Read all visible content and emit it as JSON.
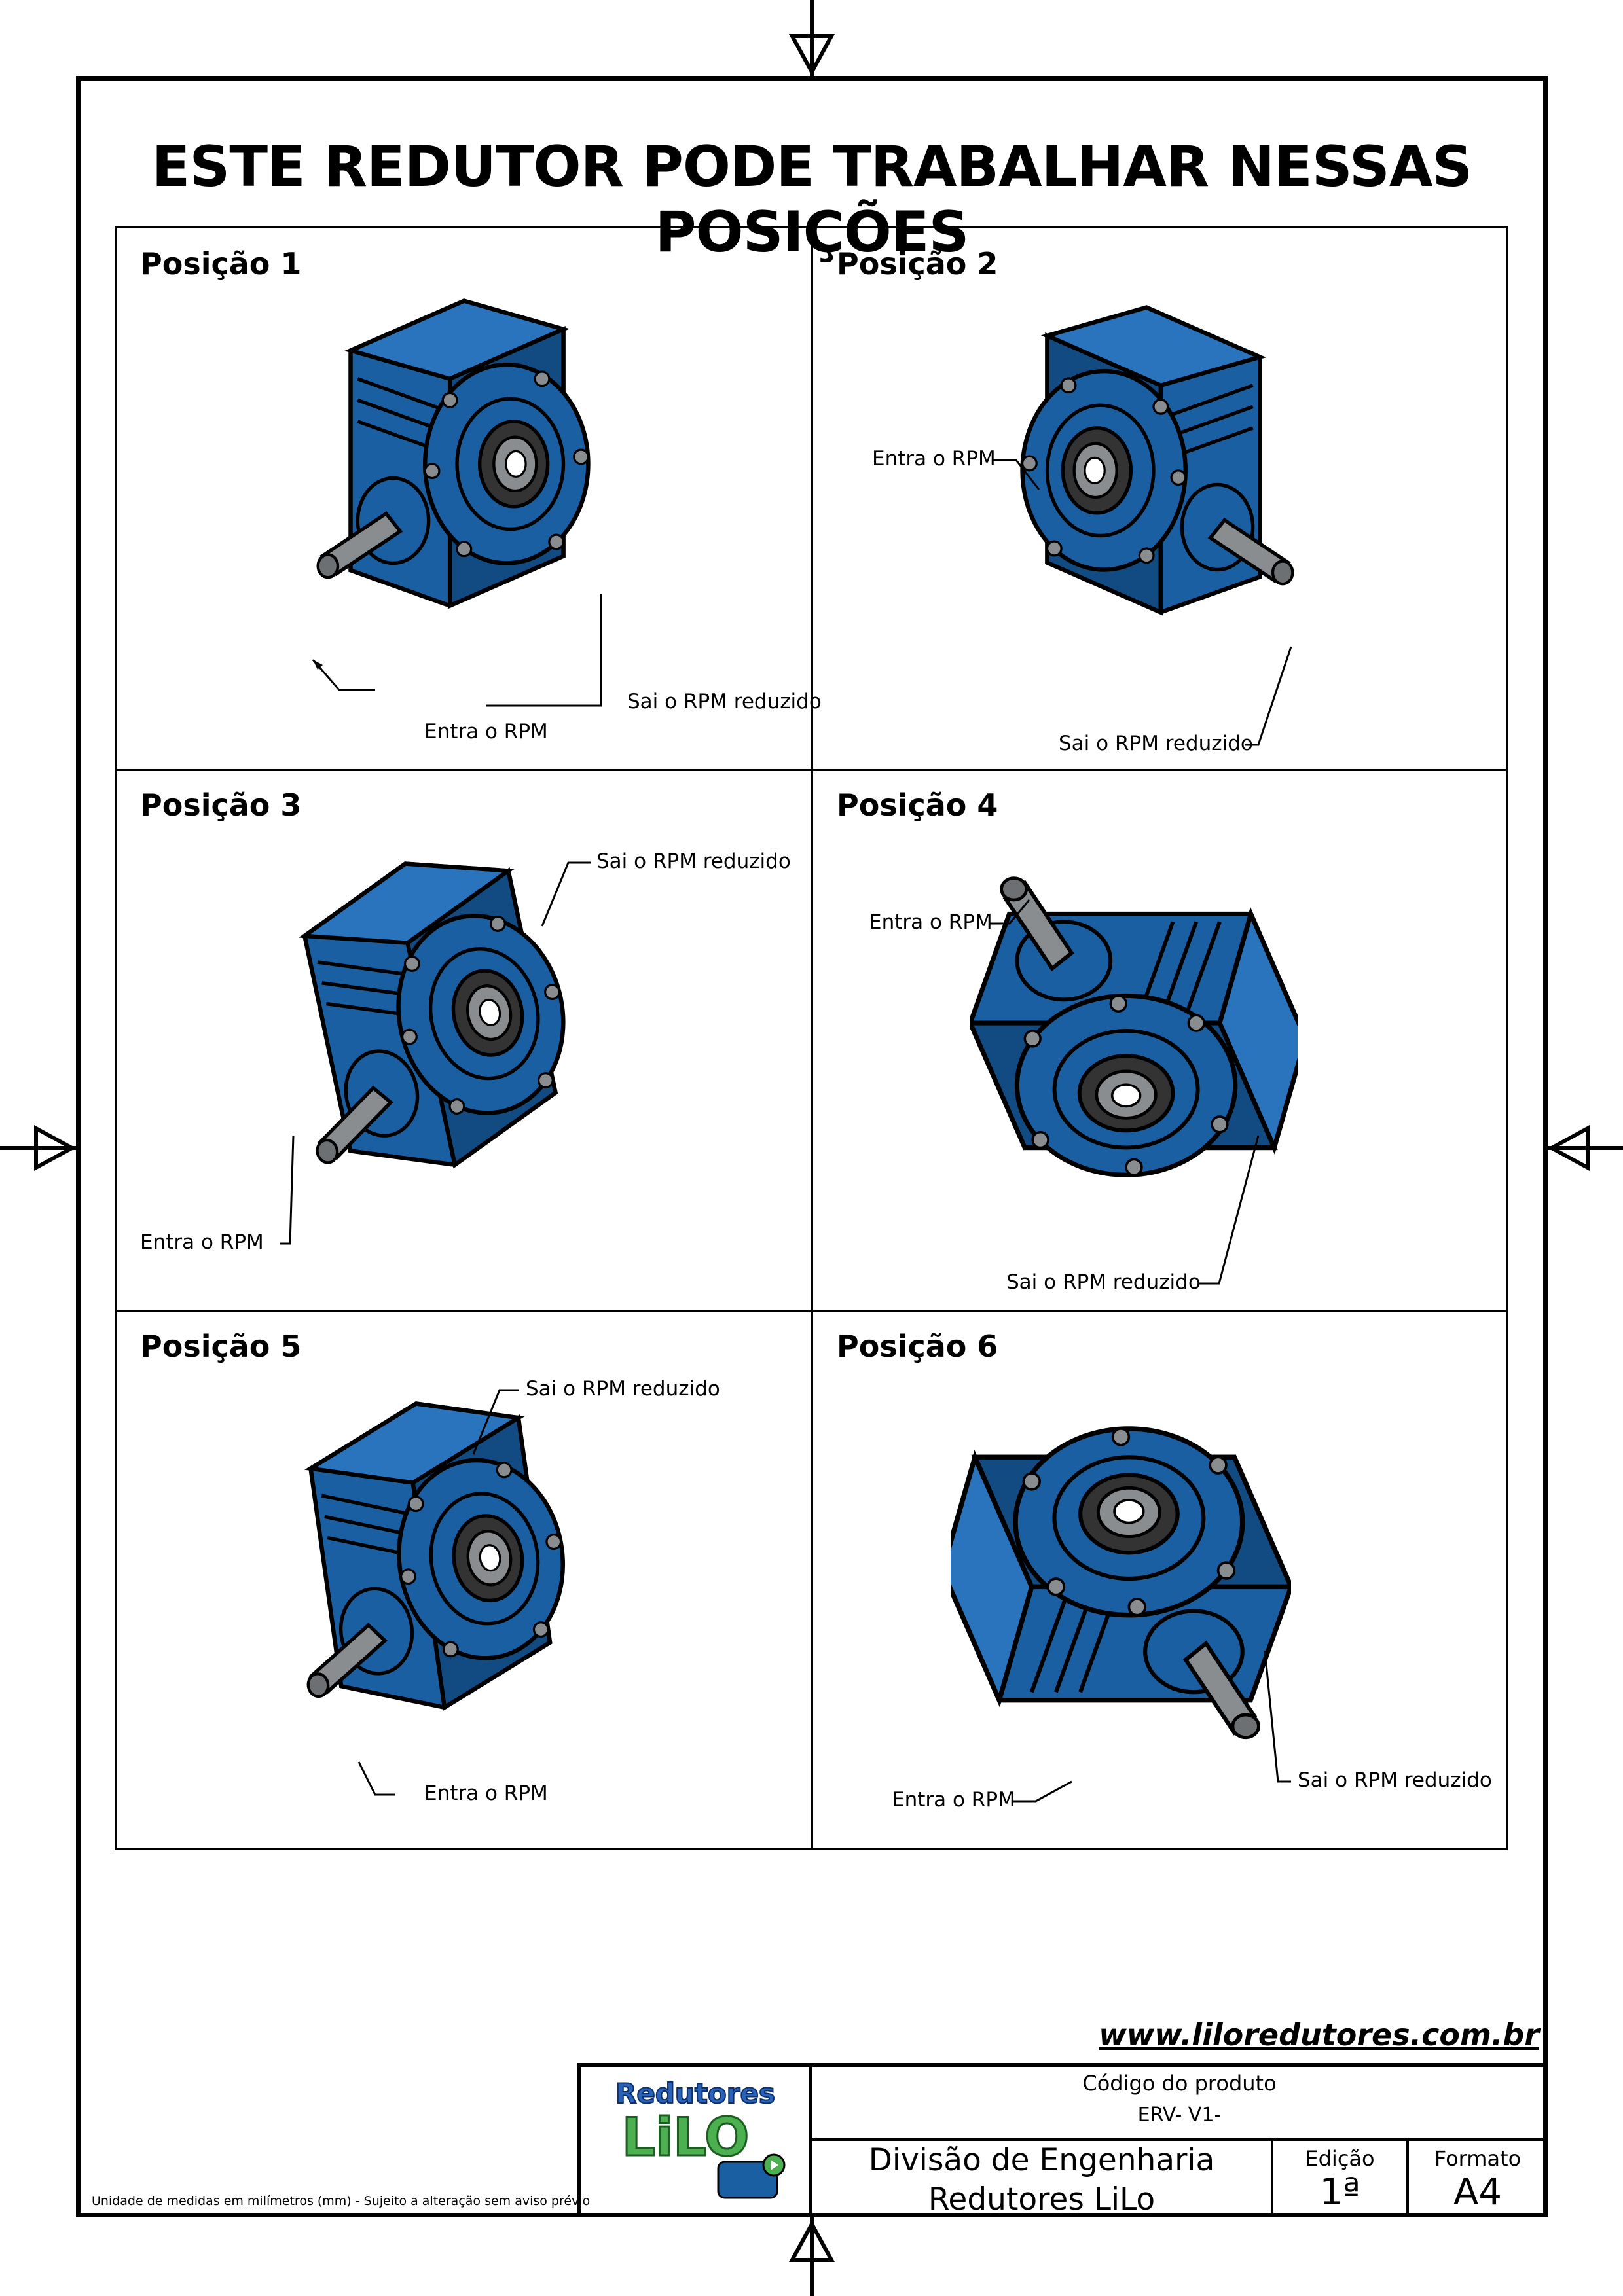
{
  "title": "ESTE REDUTOR PODE TRABALHAR NESSAS POSIÇÕES",
  "positions": [
    {
      "title": "Posição 1",
      "input_label": "Entra o RPM",
      "output_label": "Sai o RPM reduzido"
    },
    {
      "title": "Posição 2",
      "input_label": "Entra o RPM",
      "output_label": "Sai o RPM reduzido"
    },
    {
      "title": "Posição 3",
      "input_label": "Entra o RPM",
      "output_label": "Sai o RPM reduzido"
    },
    {
      "title": "Posição 4",
      "input_label": "Entra o RPM",
      "output_label": "Sai o RPM reduzido"
    },
    {
      "title": "Posição 5",
      "input_label": "Entra o RPM",
      "output_label": "Sai o RPM reduzido"
    },
    {
      "title": "Posição 6",
      "input_label": "Entra o RPM",
      "output_label": "Sai o RPM reduzido"
    }
  ],
  "website": "www.liloredutores.com.br",
  "logo": {
    "line1": "Redutores",
    "line2": "LiLO"
  },
  "title_block": {
    "product_code_label": "Código do produto",
    "product_code_prefix": "ERV-",
    "product_code_suffix": "V1-",
    "division_line1": "Divisão de Engenharia",
    "division_line2": "Redutores LiLo",
    "edition_label": "Edição",
    "edition_value": "1ª",
    "format_label": "Formato",
    "format_value": "A4"
  },
  "disclaimer": "Unidade de medidas em milímetros (mm) - Sujeito a alteração sem aviso prévio",
  "colors": {
    "housing": "#1b5fa3",
    "housing_dark": "#124a82",
    "shaft": "#8a8d90",
    "outline": "#000000",
    "logo_blue": "#2a62b8",
    "logo_green": "#4caf50"
  }
}
